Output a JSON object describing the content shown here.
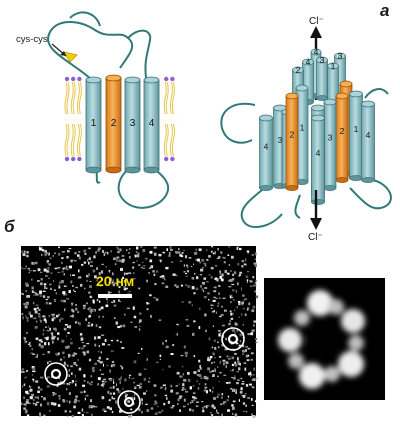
{
  "panel_a": {
    "letter": "а",
    "bond_label": "cys-cys",
    "helices": [
      "1",
      "2",
      "3",
      "4"
    ],
    "ion_top": "Cl⁻",
    "ion_bottom": "Cl⁻",
    "pentamer_numbers": [
      "4",
      "3",
      "2",
      "1",
      "4",
      "3",
      "2",
      "1",
      "4",
      "3",
      "2",
      "1",
      "4",
      "3",
      "1",
      "2",
      "3",
      "4"
    ]
  },
  "panel_b": {
    "letter": "б",
    "scale_label": "20 нм"
  },
  "colors": {
    "helix": "#8dbfc6",
    "helix_orange": "#f0941f",
    "loop": "#2f7a78",
    "lipid_head": "#8a5fd0",
    "lipid_tail": "#e6c64a",
    "scale_text": "#f2e200"
  }
}
